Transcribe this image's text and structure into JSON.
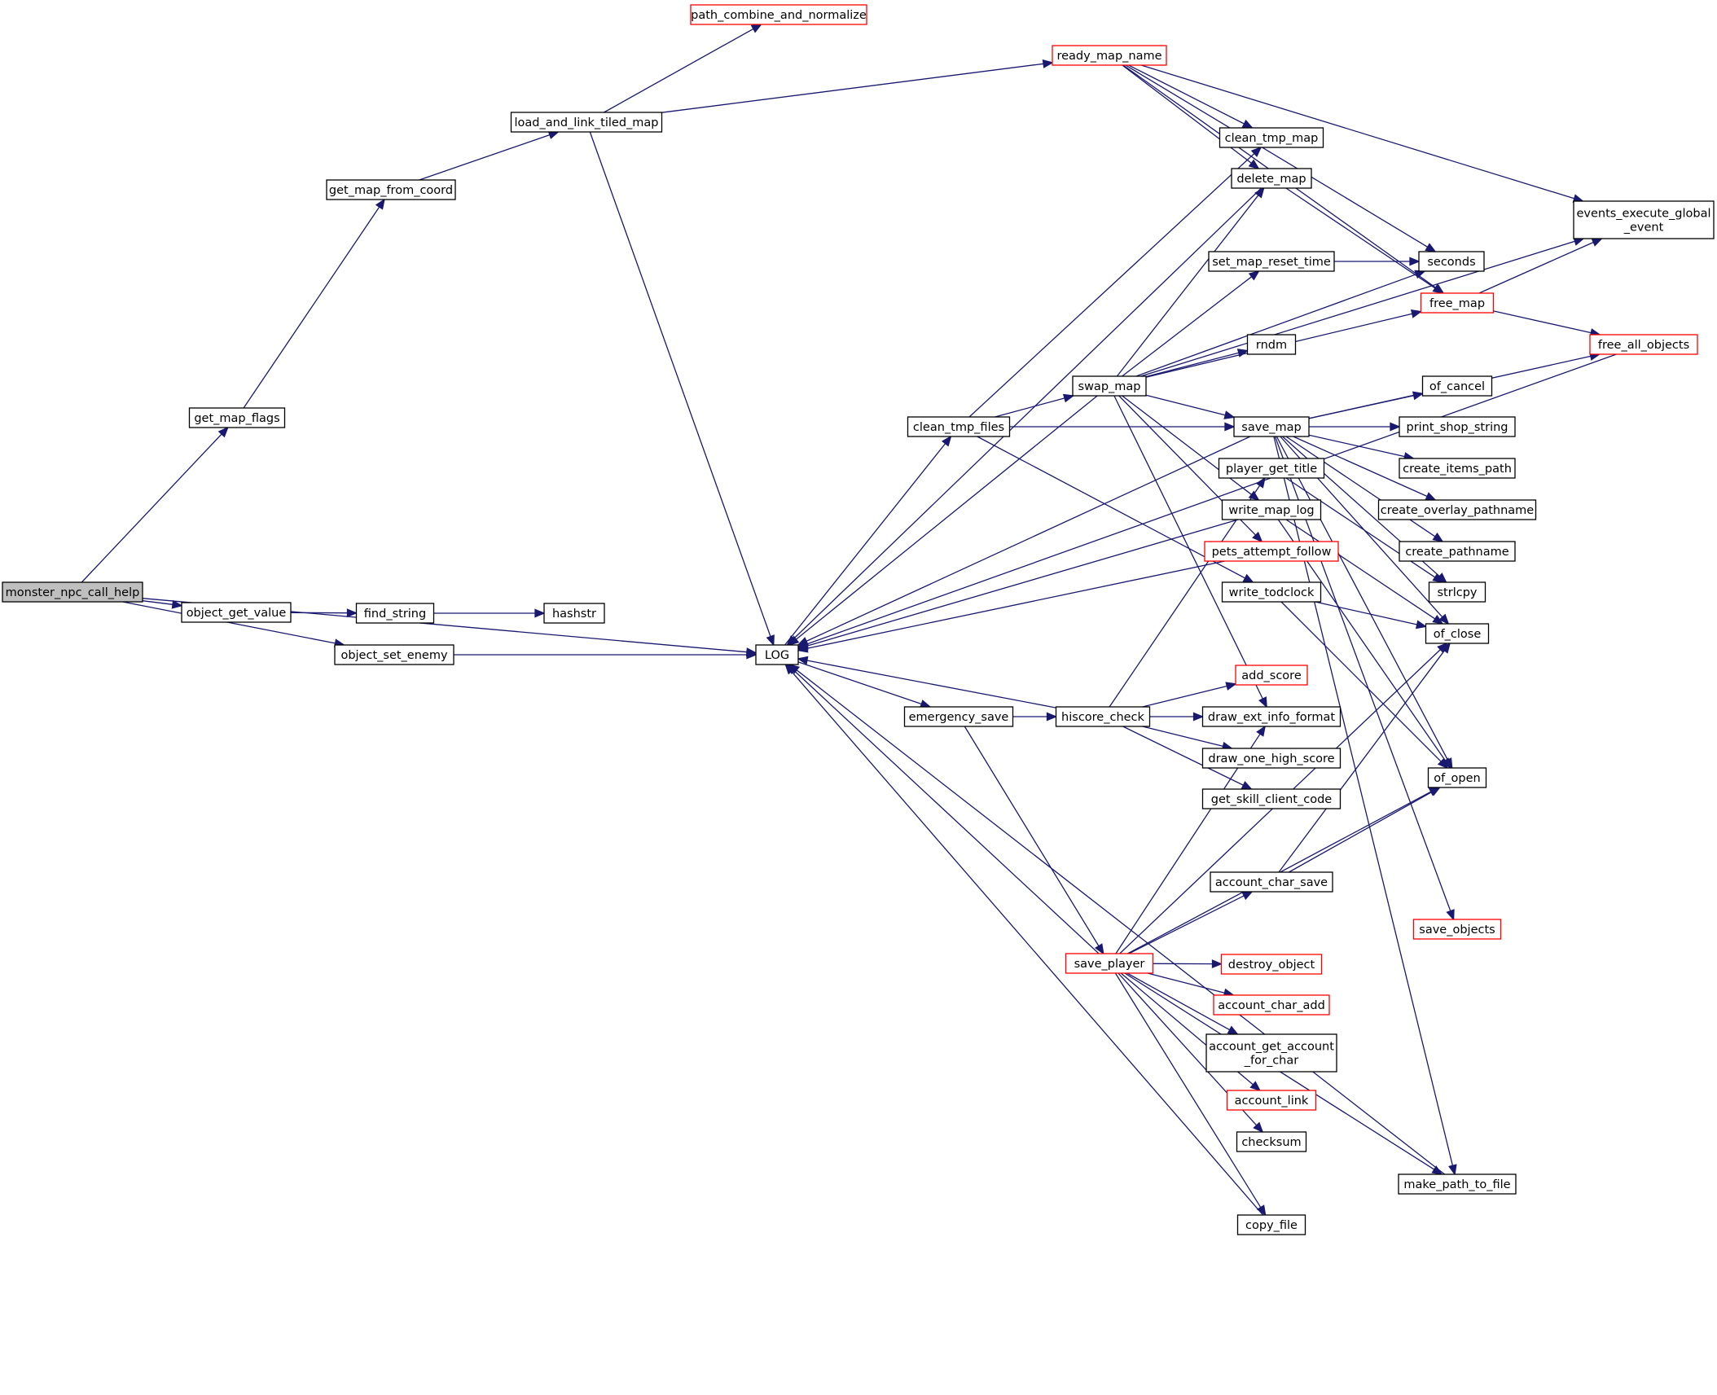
{
  "colors": {
    "edge": "#191970",
    "node_border": "#000000",
    "linked_node_border": "#ff0000",
    "focus_fill": "#bfbfbf",
    "node_fill": "#ffffff"
  },
  "nodes": [
    {
      "id": "monster_npc_call_help",
      "label": [
        "monster_npc_call_help"
      ],
      "style": "focus"
    },
    {
      "id": "get_map_flags",
      "label": [
        "get_map_flags"
      ],
      "style": "normal"
    },
    {
      "id": "object_get_value",
      "label": [
        "object_get_value"
      ],
      "style": "normal"
    },
    {
      "id": "object_set_enemy",
      "label": [
        "object_set_enemy"
      ],
      "style": "normal"
    },
    {
      "id": "get_map_from_coord",
      "label": [
        "get_map_from_coord"
      ],
      "style": "normal"
    },
    {
      "id": "find_string",
      "label": [
        "find_string"
      ],
      "style": "normal"
    },
    {
      "id": "hashstr",
      "label": [
        "hashstr"
      ],
      "style": "normal"
    },
    {
      "id": "load_and_link_tiled_map",
      "label": [
        "load_and_link_tiled_map"
      ],
      "style": "normal"
    },
    {
      "id": "path_combine_and_normalize",
      "label": [
        "path_combine_and_normalize"
      ],
      "style": "red"
    },
    {
      "id": "LOG",
      "label": [
        "LOG"
      ],
      "style": "normal"
    },
    {
      "id": "clean_tmp_files",
      "label": [
        "clean_tmp_files"
      ],
      "style": "normal"
    },
    {
      "id": "emergency_save",
      "label": [
        "emergency_save"
      ],
      "style": "normal"
    },
    {
      "id": "ready_map_name",
      "label": [
        "ready_map_name"
      ],
      "style": "red"
    },
    {
      "id": "swap_map",
      "label": [
        "swap_map"
      ],
      "style": "normal"
    },
    {
      "id": "hiscore_check",
      "label": [
        "hiscore_check"
      ],
      "style": "normal"
    },
    {
      "id": "save_player",
      "label": [
        "save_player"
      ],
      "style": "red"
    },
    {
      "id": "clean_tmp_map",
      "label": [
        "clean_tmp_map"
      ],
      "style": "normal"
    },
    {
      "id": "delete_map",
      "label": [
        "delete_map"
      ],
      "style": "normal"
    },
    {
      "id": "set_map_reset_time",
      "label": [
        "set_map_reset_time"
      ],
      "style": "normal"
    },
    {
      "id": "rndm",
      "label": [
        "rndm"
      ],
      "style": "normal"
    },
    {
      "id": "save_map",
      "label": [
        "save_map"
      ],
      "style": "normal"
    },
    {
      "id": "player_get_title",
      "label": [
        "player_get_title"
      ],
      "style": "normal"
    },
    {
      "id": "write_map_log",
      "label": [
        "write_map_log"
      ],
      "style": "normal"
    },
    {
      "id": "pets_attempt_follow",
      "label": [
        "pets_attempt_follow"
      ],
      "style": "red"
    },
    {
      "id": "write_todclock",
      "label": [
        "write_todclock"
      ],
      "style": "normal"
    },
    {
      "id": "add_score",
      "label": [
        "add_score"
      ],
      "style": "red"
    },
    {
      "id": "draw_ext_info_format",
      "label": [
        "draw_ext_info_format"
      ],
      "style": "normal"
    },
    {
      "id": "draw_one_high_score",
      "label": [
        "draw_one_high_score"
      ],
      "style": "normal"
    },
    {
      "id": "get_skill_client_code",
      "label": [
        "get_skill_client_code"
      ],
      "style": "normal"
    },
    {
      "id": "account_char_save",
      "label": [
        "account_char_save"
      ],
      "style": "normal"
    },
    {
      "id": "destroy_object",
      "label": [
        "destroy_object"
      ],
      "style": "red"
    },
    {
      "id": "account_char_add",
      "label": [
        "account_char_add"
      ],
      "style": "red"
    },
    {
      "id": "account_get_account_for_char",
      "label": [
        "account_get_account",
        "_for_char"
      ],
      "style": "normal"
    },
    {
      "id": "account_link",
      "label": [
        "account_link"
      ],
      "style": "red"
    },
    {
      "id": "checksum",
      "label": [
        "checksum"
      ],
      "style": "normal"
    },
    {
      "id": "copy_file",
      "label": [
        "copy_file"
      ],
      "style": "normal"
    },
    {
      "id": "events_execute_global_event",
      "label": [
        "events_execute_global",
        "_event"
      ],
      "style": "normal"
    },
    {
      "id": "seconds",
      "label": [
        "seconds"
      ],
      "style": "normal"
    },
    {
      "id": "free_map",
      "label": [
        "free_map"
      ],
      "style": "red"
    },
    {
      "id": "free_all_objects",
      "label": [
        "free_all_objects"
      ],
      "style": "red"
    },
    {
      "id": "of_cancel",
      "label": [
        "of_cancel"
      ],
      "style": "normal"
    },
    {
      "id": "print_shop_string",
      "label": [
        "print_shop_string"
      ],
      "style": "normal"
    },
    {
      "id": "create_items_path",
      "label": [
        "create_items_path"
      ],
      "style": "normal"
    },
    {
      "id": "create_overlay_pathname",
      "label": [
        "create_overlay_pathname"
      ],
      "style": "normal"
    },
    {
      "id": "create_pathname",
      "label": [
        "create_pathname"
      ],
      "style": "normal"
    },
    {
      "id": "strlcpy",
      "label": [
        "strlcpy"
      ],
      "style": "normal"
    },
    {
      "id": "of_close",
      "label": [
        "of_close"
      ],
      "style": "normal"
    },
    {
      "id": "of_open",
      "label": [
        "of_open"
      ],
      "style": "normal"
    },
    {
      "id": "save_objects",
      "label": [
        "save_objects"
      ],
      "style": "red"
    },
    {
      "id": "make_path_to_file",
      "label": [
        "make_path_to_file"
      ],
      "style": "normal"
    }
  ],
  "edges": [
    [
      "monster_npc_call_help",
      "get_map_flags"
    ],
    [
      "monster_npc_call_help",
      "LOG"
    ],
    [
      "monster_npc_call_help",
      "object_get_value"
    ],
    [
      "monster_npc_call_help",
      "object_set_enemy"
    ],
    [
      "get_map_flags",
      "get_map_from_coord"
    ],
    [
      "get_map_from_coord",
      "load_and_link_tiled_map"
    ],
    [
      "load_and_link_tiled_map",
      "path_combine_and_normalize"
    ],
    [
      "load_and_link_tiled_map",
      "ready_map_name"
    ],
    [
      "load_and_link_tiled_map",
      "LOG"
    ],
    [
      "object_get_value",
      "find_string"
    ],
    [
      "find_string",
      "hashstr"
    ],
    [
      "object_set_enemy",
      "LOG"
    ],
    [
      "LOG",
      "clean_tmp_files"
    ],
    [
      "LOG",
      "emergency_save"
    ],
    [
      "clean_tmp_files",
      "clean_tmp_map"
    ],
    [
      "clean_tmp_files",
      "swap_map"
    ],
    [
      "clean_tmp_files",
      "save_map"
    ],
    [
      "clean_tmp_files",
      "write_todclock"
    ],
    [
      "emergency_save",
      "hiscore_check"
    ],
    [
      "emergency_save",
      "save_player"
    ],
    [
      "ready_map_name",
      "clean_tmp_map"
    ],
    [
      "ready_map_name",
      "delete_map"
    ],
    [
      "ready_map_name",
      "events_execute_global_event"
    ],
    [
      "ready_map_name",
      "seconds"
    ],
    [
      "ready_map_name",
      "free_map"
    ],
    [
      "swap_map",
      "LOG"
    ],
    [
      "swap_map",
      "delete_map"
    ],
    [
      "swap_map",
      "events_execute_global_event"
    ],
    [
      "swap_map",
      "set_map_reset_time"
    ],
    [
      "swap_map",
      "seconds"
    ],
    [
      "swap_map",
      "rndm"
    ],
    [
      "swap_map",
      "free_map"
    ],
    [
      "swap_map",
      "save_map"
    ],
    [
      "swap_map",
      "write_map_log"
    ],
    [
      "swap_map",
      "pets_attempt_follow"
    ],
    [
      "swap_map",
      "draw_ext_info_format"
    ],
    [
      "delete_map",
      "LOG"
    ],
    [
      "delete_map",
      "free_map"
    ],
    [
      "set_map_reset_time",
      "seconds"
    ],
    [
      "free_map",
      "events_execute_global_event"
    ],
    [
      "free_map",
      "free_all_objects"
    ],
    [
      "free_all_objects",
      "LOG"
    ],
    [
      "save_map",
      "LOG"
    ],
    [
      "save_map",
      "free_all_objects"
    ],
    [
      "save_map",
      "of_cancel"
    ],
    [
      "save_map",
      "print_shop_string"
    ],
    [
      "save_map",
      "create_items_path"
    ],
    [
      "save_map",
      "create_overlay_pathname"
    ],
    [
      "save_map",
      "create_pathname"
    ],
    [
      "save_map",
      "strlcpy"
    ],
    [
      "save_map",
      "of_close"
    ],
    [
      "save_map",
      "of_open"
    ],
    [
      "save_map",
      "save_objects"
    ],
    [
      "save_map",
      "make_path_to_file"
    ],
    [
      "player_get_title",
      "strlcpy"
    ],
    [
      "write_map_log",
      "of_close"
    ],
    [
      "write_map_log",
      "of_open"
    ],
    [
      "write_map_log",
      "LOG"
    ],
    [
      "pets_attempt_follow",
      "LOG"
    ],
    [
      "write_todclock",
      "of_close"
    ],
    [
      "write_todclock",
      "of_open"
    ],
    [
      "hiscore_check",
      "LOG"
    ],
    [
      "hiscore_check",
      "player_get_title"
    ],
    [
      "hiscore_check",
      "add_score"
    ],
    [
      "hiscore_check",
      "draw_ext_info_format"
    ],
    [
      "hiscore_check",
      "draw_one_high_score"
    ],
    [
      "hiscore_check",
      "get_skill_client_code"
    ],
    [
      "save_player",
      "LOG"
    ],
    [
      "save_player",
      "draw_ext_info_format"
    ],
    [
      "save_player",
      "account_char_save"
    ],
    [
      "save_player",
      "of_close"
    ],
    [
      "save_player",
      "of_open"
    ],
    [
      "save_player",
      "destroy_object"
    ],
    [
      "save_player",
      "account_char_add"
    ],
    [
      "save_player",
      "account_get_account_for_char"
    ],
    [
      "save_player",
      "account_link"
    ],
    [
      "save_player",
      "checksum"
    ],
    [
      "save_player",
      "copy_file"
    ],
    [
      "save_player",
      "make_path_to_file"
    ],
    [
      "account_char_save",
      "of_close"
    ],
    [
      "account_char_save",
      "of_open"
    ],
    [
      "make_path_to_file",
      "LOG"
    ],
    [
      "copy_file",
      "LOG"
    ]
  ]
}
